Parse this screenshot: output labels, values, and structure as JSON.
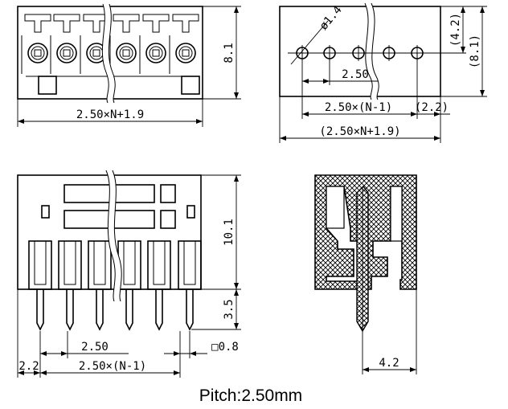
{
  "front_view": {
    "width_dim": "2.50×N+1.9",
    "height_dim": "8.1"
  },
  "footprint_view": {
    "hole_dim": "ø1.4",
    "pitch_dim": "2.50",
    "span_dim": "2.50×(N-1)",
    "offset_dim": "(2.2)",
    "total_dim": "(2.50×N+1.9)",
    "h1_dim": "(4.2)",
    "h2_dim": "(8.1)"
  },
  "side_view": {
    "body_height_dim": "10.1",
    "pin_length_dim": "3.5",
    "pitch_dim": "2.50",
    "span_dim": "2.50×(N-1)",
    "edge_dim": "2.2",
    "pin_size_dim": "□0.8"
  },
  "section_view": {
    "depth_dim": "4.2"
  },
  "caption": "Pitch:2.50mm"
}
